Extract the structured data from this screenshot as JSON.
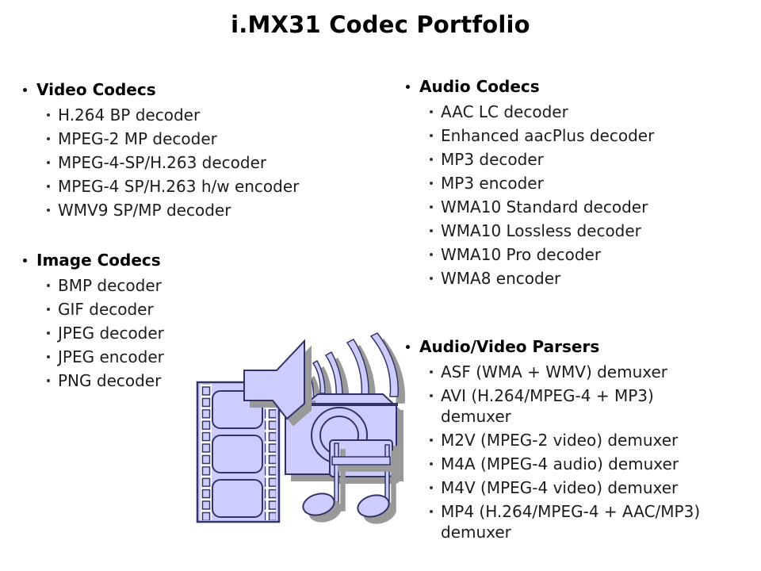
{
  "title": "i.MX31 Codec Portfolio",
  "sections": {
    "video": {
      "title": "Video Codecs",
      "items": [
        "H.264 BP decoder",
        "MPEG-2 MP decoder",
        "MPEG-4-SP/H.263 decoder",
        "MPEG-4 SP/H.263 h/w encoder",
        "WMV9 SP/MP decoder"
      ]
    },
    "image": {
      "title": "Image Codecs",
      "items": [
        "BMP decoder",
        "GIF decoder",
        "JPEG decoder",
        "JPEG encoder",
        "PNG decoder"
      ]
    },
    "audio": {
      "title": "Audio Codecs",
      "items": [
        "AAC LC decoder",
        "Enhanced aacPlus decoder",
        "MP3 decoder",
        "MP3 encoder",
        "WMA10 Standard decoder",
        "WMA10 Lossless decoder",
        "WMA10 Pro decoder",
        "WMA8 encoder"
      ]
    },
    "parsers": {
      "title": "Audio/Video Parsers",
      "items": [
        "ASF (WMA + WMV) demuxer",
        "AVI (H.264/MPEG-4 + MP3) demuxer",
        "M2V (MPEG-2 video) demuxer",
        "M4A (MPEG-4 audio) demuxer",
        "M4V (MPEG-4 video) demuxer",
        "MP4 (H.264/MPEG-4 + AAC/MP3) demuxer"
      ]
    }
  },
  "illustration": {
    "name": "multimedia-clipart",
    "elements": [
      "film-strip",
      "speaker-horn",
      "sound-waves",
      "camera",
      "music-notes"
    ],
    "fill_color": "#ccccff",
    "outline_color": "#333366",
    "shadow_color": "#999999"
  },
  "colors": {
    "background": "#ffffff",
    "heading_text": "#000000",
    "item_text": "#1c1c1c"
  }
}
